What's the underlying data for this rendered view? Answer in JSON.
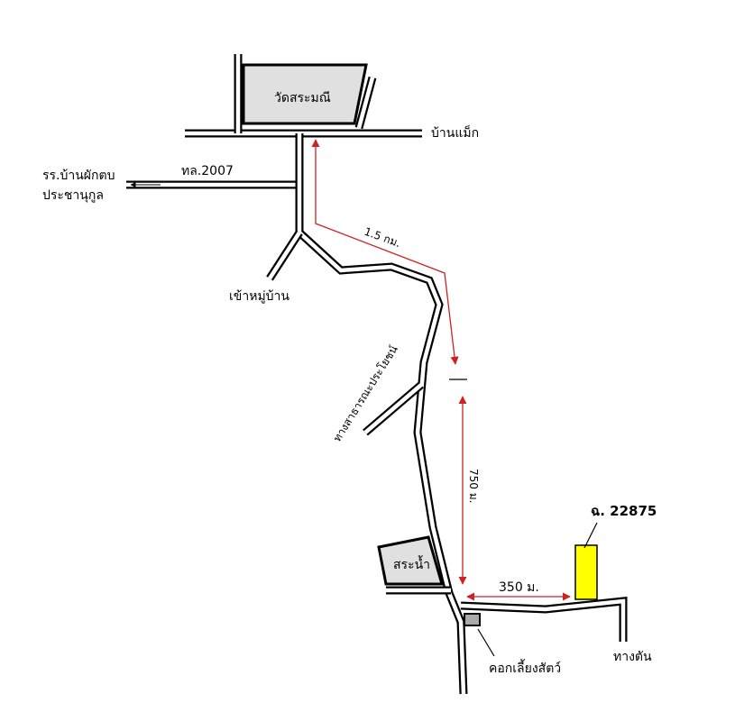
{
  "labels": {
    "temple": "วัดสระมณี",
    "ban_maek": "บ้านแม็ก",
    "highway": "ทล.2007",
    "school_line1": "รร.บ้านผักตบ",
    "school_line2": "ประชานุกูล",
    "village_entrance": "เข้าหมู่บ้าน",
    "public_road": "ทางสาธารณะประโยชน์",
    "pond": "สระน้ำ",
    "animal_pen": "คอกเลี้ยงสัตว์",
    "dead_end": "ทางตัน",
    "parcel": "ฉ. 22875"
  },
  "distances": {
    "d1": "1.5 กม.",
    "d2": "750 ม.",
    "d3": "350 ม."
  },
  "colors": {
    "road": "#000000",
    "building_fill": "#e0e0e0",
    "parcel_fill": "#ffff00",
    "distance_arrow": "#cc2222"
  }
}
